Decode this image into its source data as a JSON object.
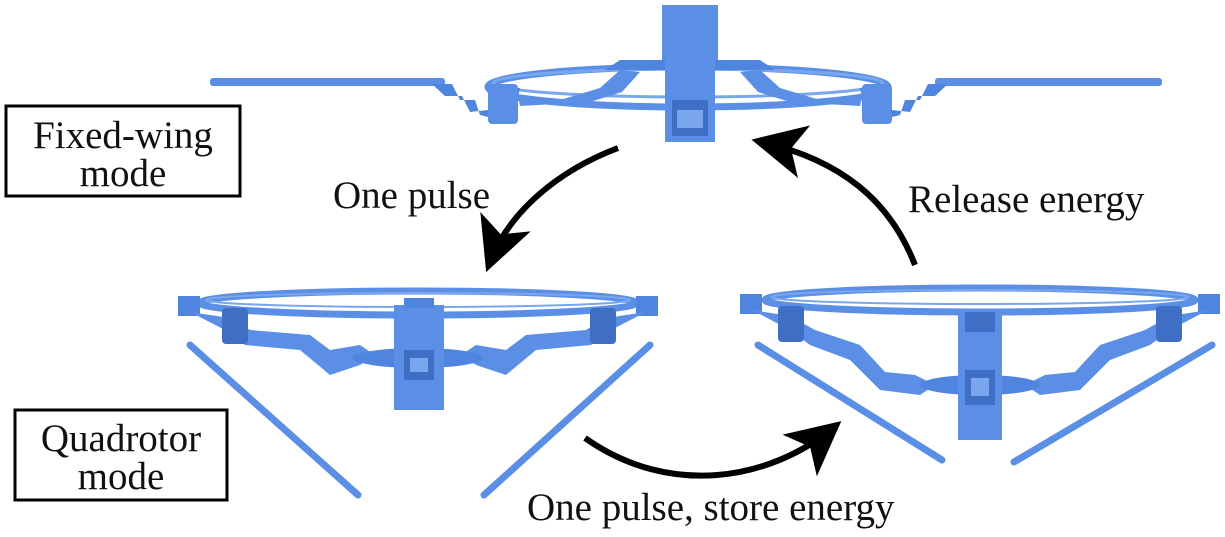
{
  "colors": {
    "drone_body": "#5b8fe6",
    "drone_light": "#7aa6ee",
    "drone_dark": "#3f6fc4",
    "arrow": "#000000"
  },
  "modes": {
    "fixed_wing": {
      "line1": "Fixed-wing",
      "line2": "mode"
    },
    "quadrotor": {
      "line1": "Quadrotor",
      "line2": "mode"
    }
  },
  "transitions": {
    "one_pulse": "One pulse",
    "release_energy": "Release energy",
    "one_pulse_store": "One pulse, store energy"
  }
}
